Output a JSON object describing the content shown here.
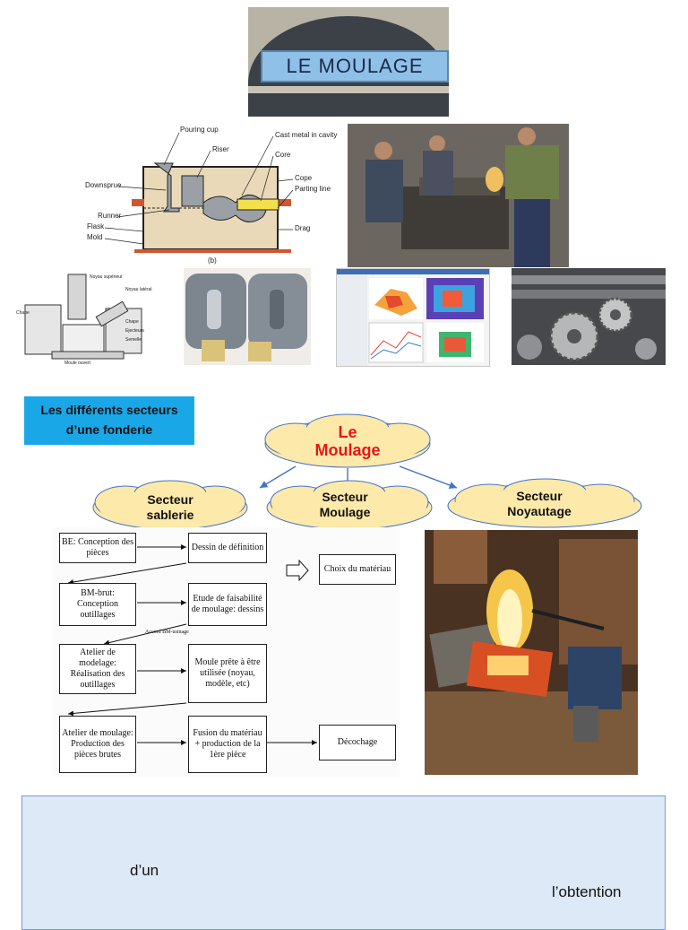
{
  "header": {
    "sign_text": "LE MOULAGE"
  },
  "schematic": {
    "labels": {
      "pouring_cup": "Pouring cup",
      "riser": "Riser",
      "cast_metal": "Cast metal in cavity",
      "core": "Core",
      "cope": "Cope",
      "parting_line": "Parting line",
      "downsprue": "Downsprue",
      "runner": "Runner",
      "flask": "Flask",
      "mold": "Mold",
      "drag": "Drag",
      "caption": "(b)"
    }
  },
  "diagram2": {
    "labels": {
      "noyau": "Noyau supérieur",
      "noyau_lat": "Noyau latéral",
      "chape": "Chape",
      "chape2": "Chape",
      "ejecteurs": "Ejecteurs",
      "semelle": "Semelle",
      "moule": "Moule ouvert"
    }
  },
  "section_title": {
    "line1": "Les différents secteurs",
    "line2": "d’une fonderie"
  },
  "clouds": {
    "center_line1": "Le",
    "center_line2": "Moulage",
    "left_line1": "Secteur",
    "left_line2": "sablerie",
    "mid_line1": "Secteur",
    "mid_line2": "Moulage",
    "right_line1": "Secteur",
    "right_line2": "Noyautage"
  },
  "flowchart": {
    "be": "BE: Conception des pièces",
    "dessin": "Dessin de définition",
    "choix": "Choix du matériau",
    "bm": "BM-brut: Conception outillages",
    "etude": "Etude de faisabilité de moulage: dessins",
    "accord": "Accord BM-usinage",
    "atelier_mod": "Atelier de modelage: Réalisation des outillages",
    "moule_prete": "Moule prête à être utilisée (noyau, modèle, etc)",
    "atelier_moul": "Atelier de moulage: Production des pièces brutes",
    "fusion": "Fusion du matériau + production de la 1ère pièce",
    "decochage": "Décochage"
  },
  "bottom": {
    "word1": "d’un",
    "word2": "l’obtention"
  },
  "colors": {
    "title_bg": "#1aa7e8",
    "cloud": "#fde9a9",
    "cloud_red": "#e8151b",
    "box_bg": "#dee9f7"
  }
}
